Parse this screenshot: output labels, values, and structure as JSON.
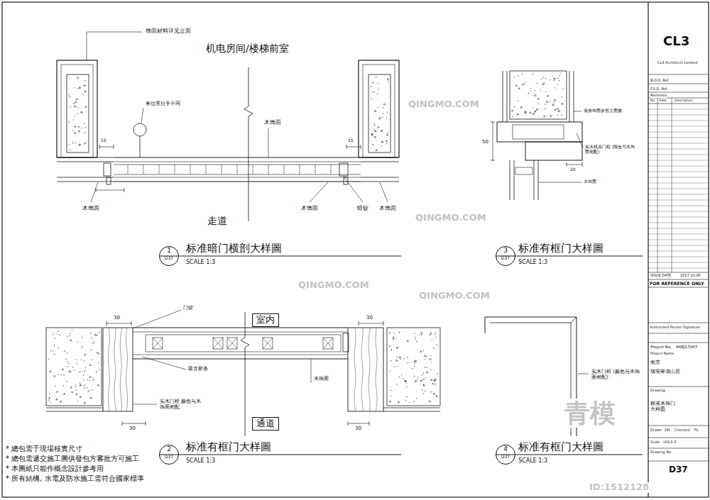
{
  "diagram": {
    "nodes": [
      {
        "text": [
          "1",
          "D37"
        ]
      },
      {
        "text": [
          "3",
          "D37"
        ]
      },
      {
        "text": [
          "室内"
        ]
      },
      {
        "text": [
          "通道"
        ]
      },
      {
        "text": [
          "2",
          "D37"
        ]
      },
      {
        "text": [
          "4",
          "D37"
        ]
      }
    ],
    "labels": [
      "机电房间/楼梯前室",
      "饰面材料详见立面",
      "各位置拉手不同",
      "木饰面",
      "15",
      "15",
      "木饰面",
      "木饰面",
      "暗铰",
      "木饰面",
      "走道",
      "标准暗门横剖大样圖",
      "SCALE 1:3",
      "50",
      "墙身饰面参照立面圖",
      "实木线条门框 (颜色与木饰面相配)",
      "20",
      "木饰面",
      "标准有框门大样圖",
      "SCALE 1:3",
      "30",
      "门铰",
      "吸音胶条",
      "木饰面",
      "实木门框 颜色与木饰面相配",
      "30",
      "30",
      "30",
      "标准有框门大样圖",
      "SCALE 1:3",
      "实木门框 (颜色与木饰面相配)",
      "标准有框门大样圖",
      "SCALE 1:3",
      "* 總包需于現場核實尺寸",
      "* 總包需遞交施工圖供發包方審批方可施工",
      "* 本圖紙只能作概念設計參考用",
      "* 所有結構, 水電及防水施工需符合國家標準",
      "CL3",
      "CL3 Architects Limited",
      "B.O.O. Ref.",
      "F.S.D. Ref.",
      "Revisions",
      "No",
      "Date",
      "Description",
      "ISSUE DATE",
      "2017.10.06",
      "FOR REFERENCE ONLY",
      "Authorized Person Signature",
      "Project No.",
      "A6BJ17067",
      "Project Name",
      "南京",
      "瑞安翠湖山居",
      "Drawing",
      "标准木饰门 大样图",
      "Drawn",
      "DH",
      "Checked",
      "FL",
      "Scale",
      "(A3)1:3",
      "Drawing No.",
      "D37",
      "QINGMO.COM",
      "QINGMO.COM",
      "QINGMO.COM",
      "QINGMO.COM",
      "青模",
      "ID:1512128"
    ]
  }
}
